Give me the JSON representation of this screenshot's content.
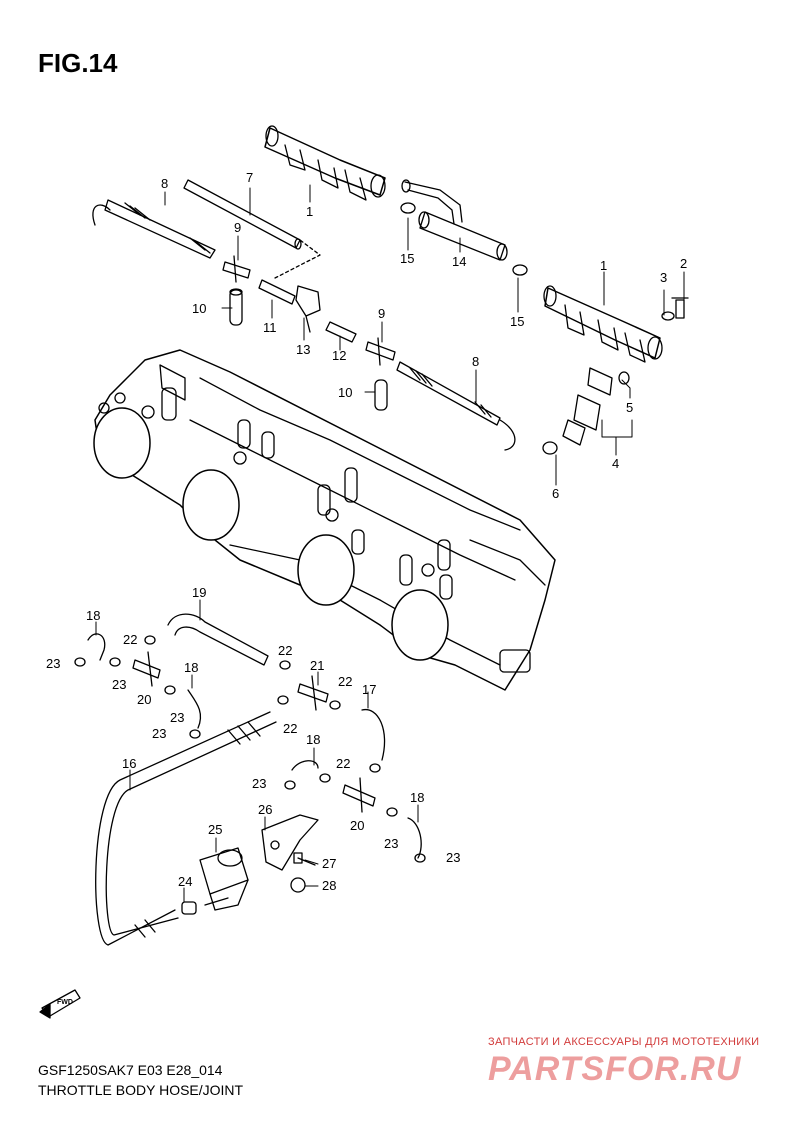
{
  "figure": {
    "title": "FIG.14",
    "code": "GSF1250SAK7 E03 E28_014",
    "name": "THROTTLE BODY HOSE/JOINT"
  },
  "watermark": {
    "tagline": "ЗАПЧАСТИ И АКСЕССУАРЫ ДЛЯ МОТОТЕХНИКИ",
    "logo": "PARTSFOR.RU"
  },
  "fwd_label": "FWD",
  "callouts": {
    "c1a": "1",
    "c1b": "1",
    "c2": "2",
    "c3": "3",
    "c4": "4",
    "c5": "5",
    "c6": "6",
    "c7": "7",
    "c8a": "8",
    "c8b": "8",
    "c9a": "9",
    "c9b": "9",
    "c10a": "10",
    "c10b": "10",
    "c11": "11",
    "c12": "12",
    "c13": "13",
    "c14": "14",
    "c15a": "15",
    "c15b": "15",
    "c16": "16",
    "c17": "17",
    "c18a": "18",
    "c18b": "18",
    "c18c": "18",
    "c18d": "18",
    "c19": "19",
    "c20a": "20",
    "c20b": "20",
    "c21": "21",
    "c22a": "22",
    "c22b": "22",
    "c22c": "22",
    "c22d": "22",
    "c22e": "22",
    "c23a": "23",
    "c23b": "23",
    "c23c": "23",
    "c23d": "23",
    "c23e": "23",
    "c23f": "23",
    "c23g": "23",
    "c24": "24",
    "c25": "25",
    "c26": "26",
    "c27": "27",
    "c28": "28"
  }
}
